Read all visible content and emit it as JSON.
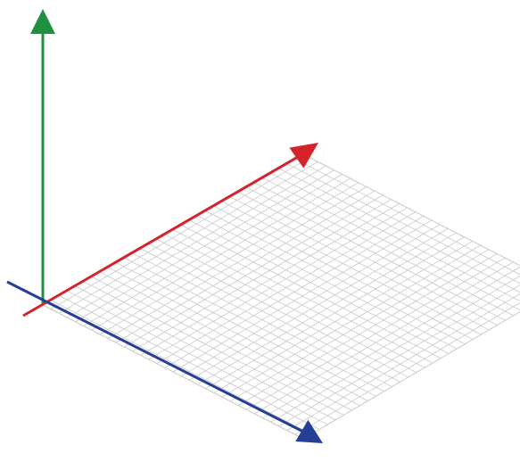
{
  "diagram": {
    "type": "3d-coordinate-axes-with-grid-plane",
    "grid": {
      "divisions_u": 32,
      "divisions_v": 32,
      "line_color": "#c9c9c9"
    },
    "axes": [
      {
        "id": "vertical",
        "color": "#1f9140"
      },
      {
        "id": "depth",
        "color": "#d6222b"
      },
      {
        "id": "horizontal",
        "color": "#243f94"
      }
    ]
  }
}
